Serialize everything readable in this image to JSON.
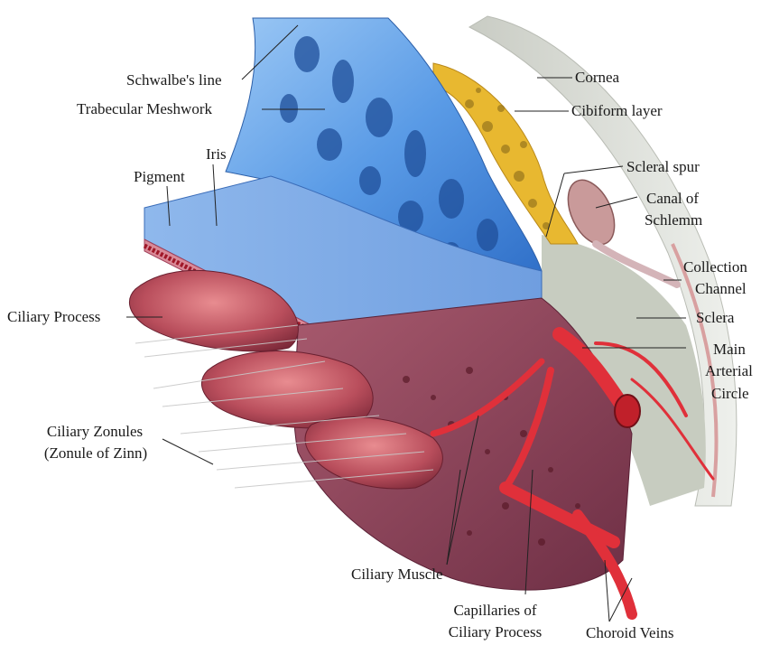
{
  "labels": {
    "schwalbe": "Schwalbe's line",
    "trabecular": "Trabecular Meshwork",
    "iris": "Iris",
    "pigment": "Pigment",
    "ciliary_process": "Ciliary Process",
    "zonules_1": "Ciliary Zonules",
    "zonules_2": "(Zonule of Zinn)",
    "cornea": "Cornea",
    "cibiform": "Cibiform layer",
    "scleral_spur": "Scleral spur",
    "canal_1": "Canal of",
    "canal_2": "Schlemm",
    "collection_1": "Collection",
    "collection_2": "Channel",
    "sclera": "Sclera",
    "arterial_1": "Main",
    "arterial_2": "Arterial",
    "arterial_3": "Circle",
    "ciliary_muscle": "Ciliary Muscle",
    "capillaries_1": "Capillaries of",
    "capillaries_2": "Ciliary Process",
    "choroid": "Choroid Veins"
  },
  "colors": {
    "background": "#ffffff",
    "meshwork_blue": "#4f8ee0",
    "cornea_gray": "#d9dbd6",
    "cibiform_yellow": "#e8b830",
    "ciliary_pink": "#b04a5a",
    "vessel_red": "#e0303a",
    "sclera_edge": "#d8a0a0"
  }
}
